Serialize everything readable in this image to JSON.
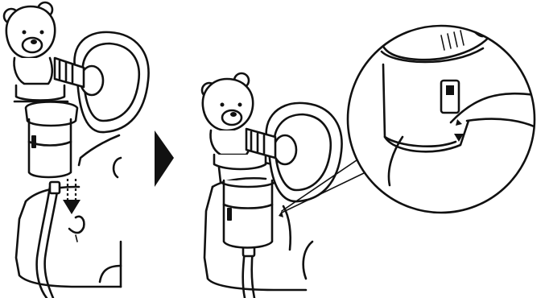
{
  "figure": {
    "panels": [
      {
        "id": "before",
        "icon": "nebulizer-attach-step-1"
      },
      {
        "id": "after",
        "icon": "nebulizer-attach-step-2"
      }
    ],
    "transition_icon": "right-arrow-icon",
    "detail_icon": "magnifier-callout-icon",
    "colors": {
      "line": "#111111",
      "background": "#ffffff"
    }
  }
}
